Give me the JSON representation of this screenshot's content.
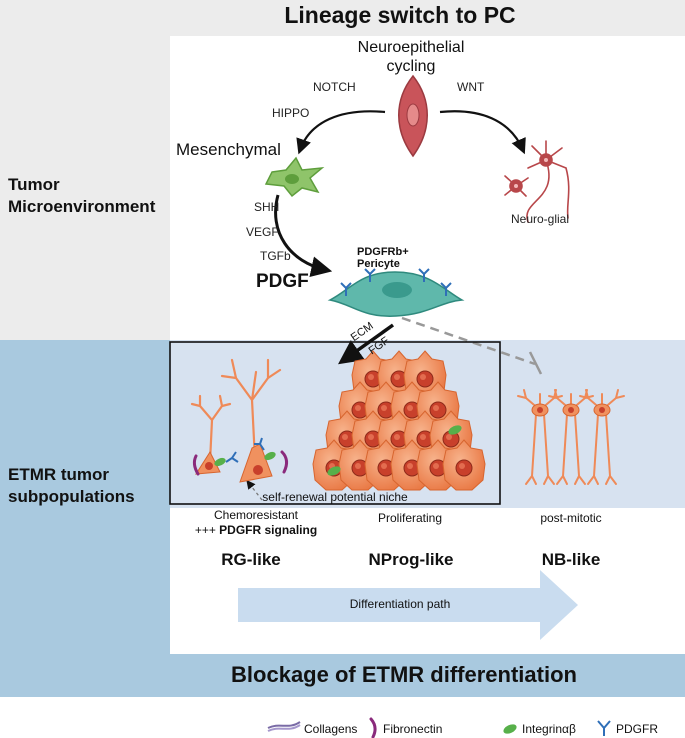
{
  "header": {
    "title": "Lineage switch to PC"
  },
  "sidebar": {
    "tumor_microenvironment": [
      "Tumor",
      "Microenvironment"
    ],
    "etmr_subpopulations": [
      "ETMR tumor",
      "subpopulations"
    ]
  },
  "top": {
    "origin_label": [
      "Neuroepithelial",
      "cycling"
    ],
    "signals_left": [
      "NOTCH",
      "HIPPO"
    ],
    "signal_right": "WNT",
    "mesenchymal_label": "Mesenchymal",
    "neuroglial_label": "Neuro-glial",
    "signals_mes": [
      "SHH",
      "VEGF",
      "TGFb"
    ],
    "pdgf_label": "PDGF",
    "pericyte_label": [
      "PDGFRb+",
      "Pericyte"
    ],
    "ecm_label": "ECM",
    "fgf_label": "FGF"
  },
  "bottom": {
    "niche_label": "self-renewal potential niche",
    "subpopulations": [
      {
        "desc": "Chemoresistant",
        "desc2_prefix": "+++ ",
        "desc2_bold": "PDGFR signaling",
        "name": "RG-like"
      },
      {
        "desc": "Proliferating",
        "name": "NProg-like"
      },
      {
        "desc": "post-mitotic",
        "name": "NB-like"
      }
    ],
    "path_label": "Differentiation path",
    "footer": "Blockage of ETMR differentiation"
  },
  "legend": [
    {
      "label": "Collagens",
      "icon": "collagen-icon"
    },
    {
      "label": "Fibronectin",
      "icon": "fibronectin-icon"
    },
    {
      "label": "Integrinαβ",
      "icon": "integrin-icon"
    },
    {
      "label": "PDGFR",
      "icon": "pdgfr-icon"
    }
  ],
  "colors": {
    "top_band": "#ececec",
    "bottom_band": "#a9c9df",
    "niche_fill": "#d7e2f0",
    "arrow_fill": "#c9dcef",
    "tumor_cell": "#f0915f",
    "tumor_nucleus": "#c8402b",
    "mesenchymal": "#8fc46a",
    "pericyte": "#5fb8ab",
    "neuroepithelial": "#c9545a",
    "neuroglial": "#b8474a",
    "receptor": "#2f6fb8",
    "fibronectin": "#8a2a7c",
    "integrin": "#57b04a"
  }
}
